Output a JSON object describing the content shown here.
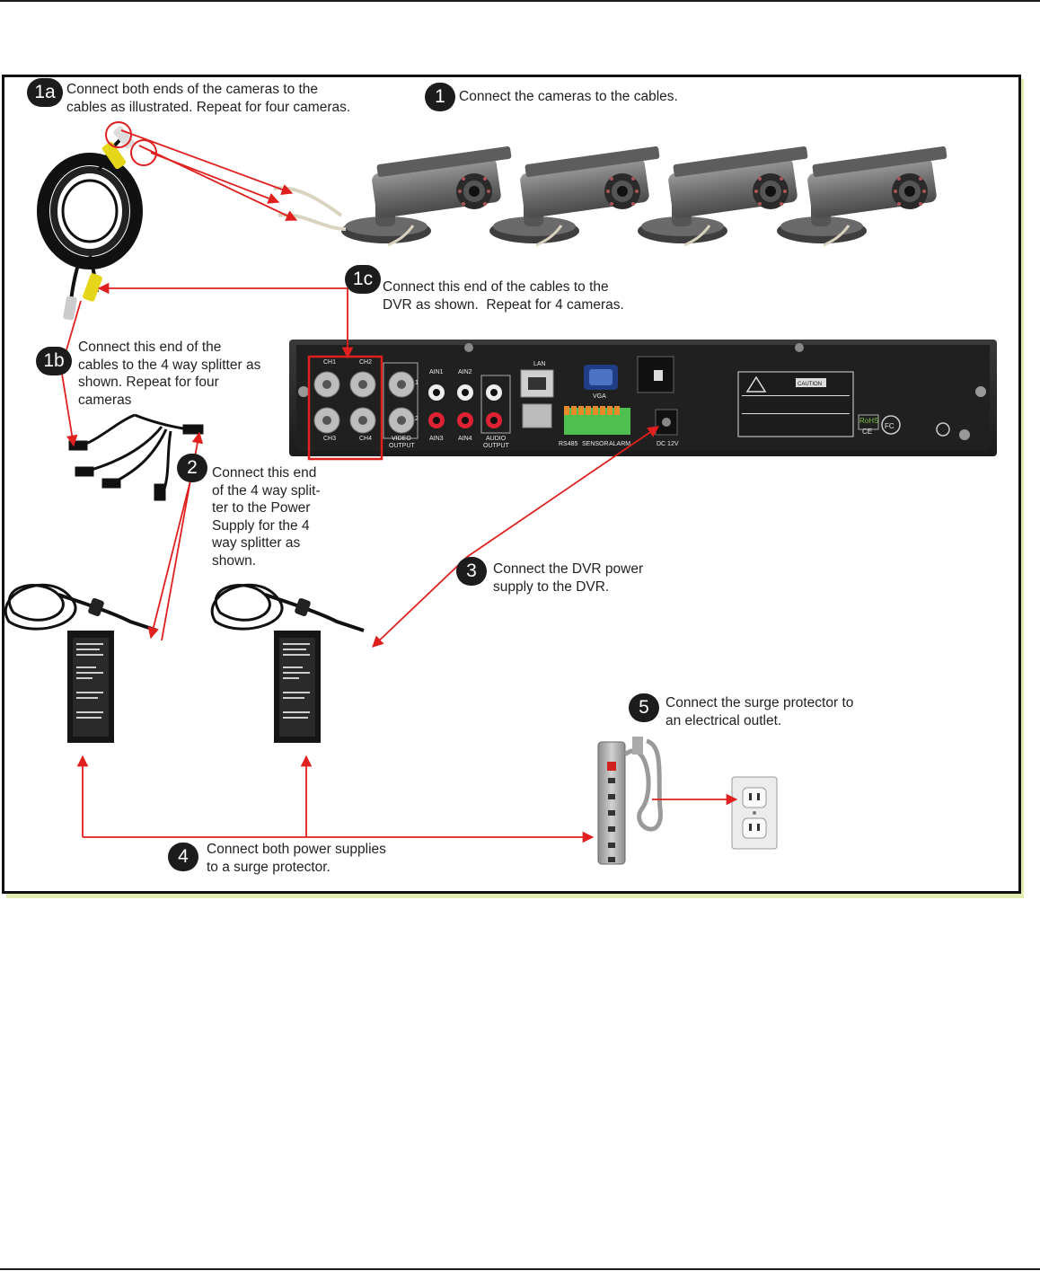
{
  "steps": [
    {
      "badge": "1a",
      "lines": [
        "Connect both ends of the cameras to the",
        "cables as illustrated. Repeat for four cameras."
      ]
    },
    {
      "badge": "1",
      "lines": [
        "Connect the cameras to the cables."
      ]
    },
    {
      "badge": "1c",
      "lines": [
        "Connect this end of the cables to the",
        "DVR as shown.  Repeat for 4 cameras."
      ]
    },
    {
      "badge": "1b",
      "lines": [
        "Connect this end of the",
        "cables to the 4 way splitter as",
        "shown. Repeat for four",
        "cameras"
      ]
    },
    {
      "badge": "2",
      "lines": [
        "Connect this end",
        "of the 4 way split-",
        "ter to the Power",
        "Supply for the 4",
        "way splitter as",
        "shown."
      ]
    },
    {
      "badge": "3",
      "lines": [
        "Connect the DVR power",
        "supply to the DVR."
      ]
    },
    {
      "badge": "5",
      "lines": [
        "Connect the surge protector to",
        "an electrical outlet."
      ]
    },
    {
      "badge": "4",
      "lines": [
        "Connect both power supplies",
        "to a surge protector."
      ]
    }
  ],
  "dvr_labels": {
    "ch1": "CH1",
    "ch2": "CH2",
    "ch3": "CH3",
    "ch4": "CH4",
    "video_output_1": "VIDEO",
    "video_output_2": "OUTPUT",
    "vo_1": "1",
    "vo_2": "2",
    "ain1": "AIN1",
    "ain2": "AIN2",
    "ain3": "AIN3",
    "ain4": "AIN4",
    "audio_output_1": "AUDIO",
    "audio_output_2": "OUTPUT",
    "lan": "LAN",
    "vga": "VGA",
    "rs485": "RS485",
    "sensor": "SENSOR",
    "alarm": "ALARM",
    "dc": "DC 12V",
    "caution": "CAUTION",
    "rohs": "RoHS",
    "ce": "CE",
    "fc": "FC"
  },
  "colors": {
    "arrow": "#e0201e",
    "badge": "#1c1c1c",
    "panel_border": "#111111",
    "panel_shadow": "#e3ebb3"
  }
}
